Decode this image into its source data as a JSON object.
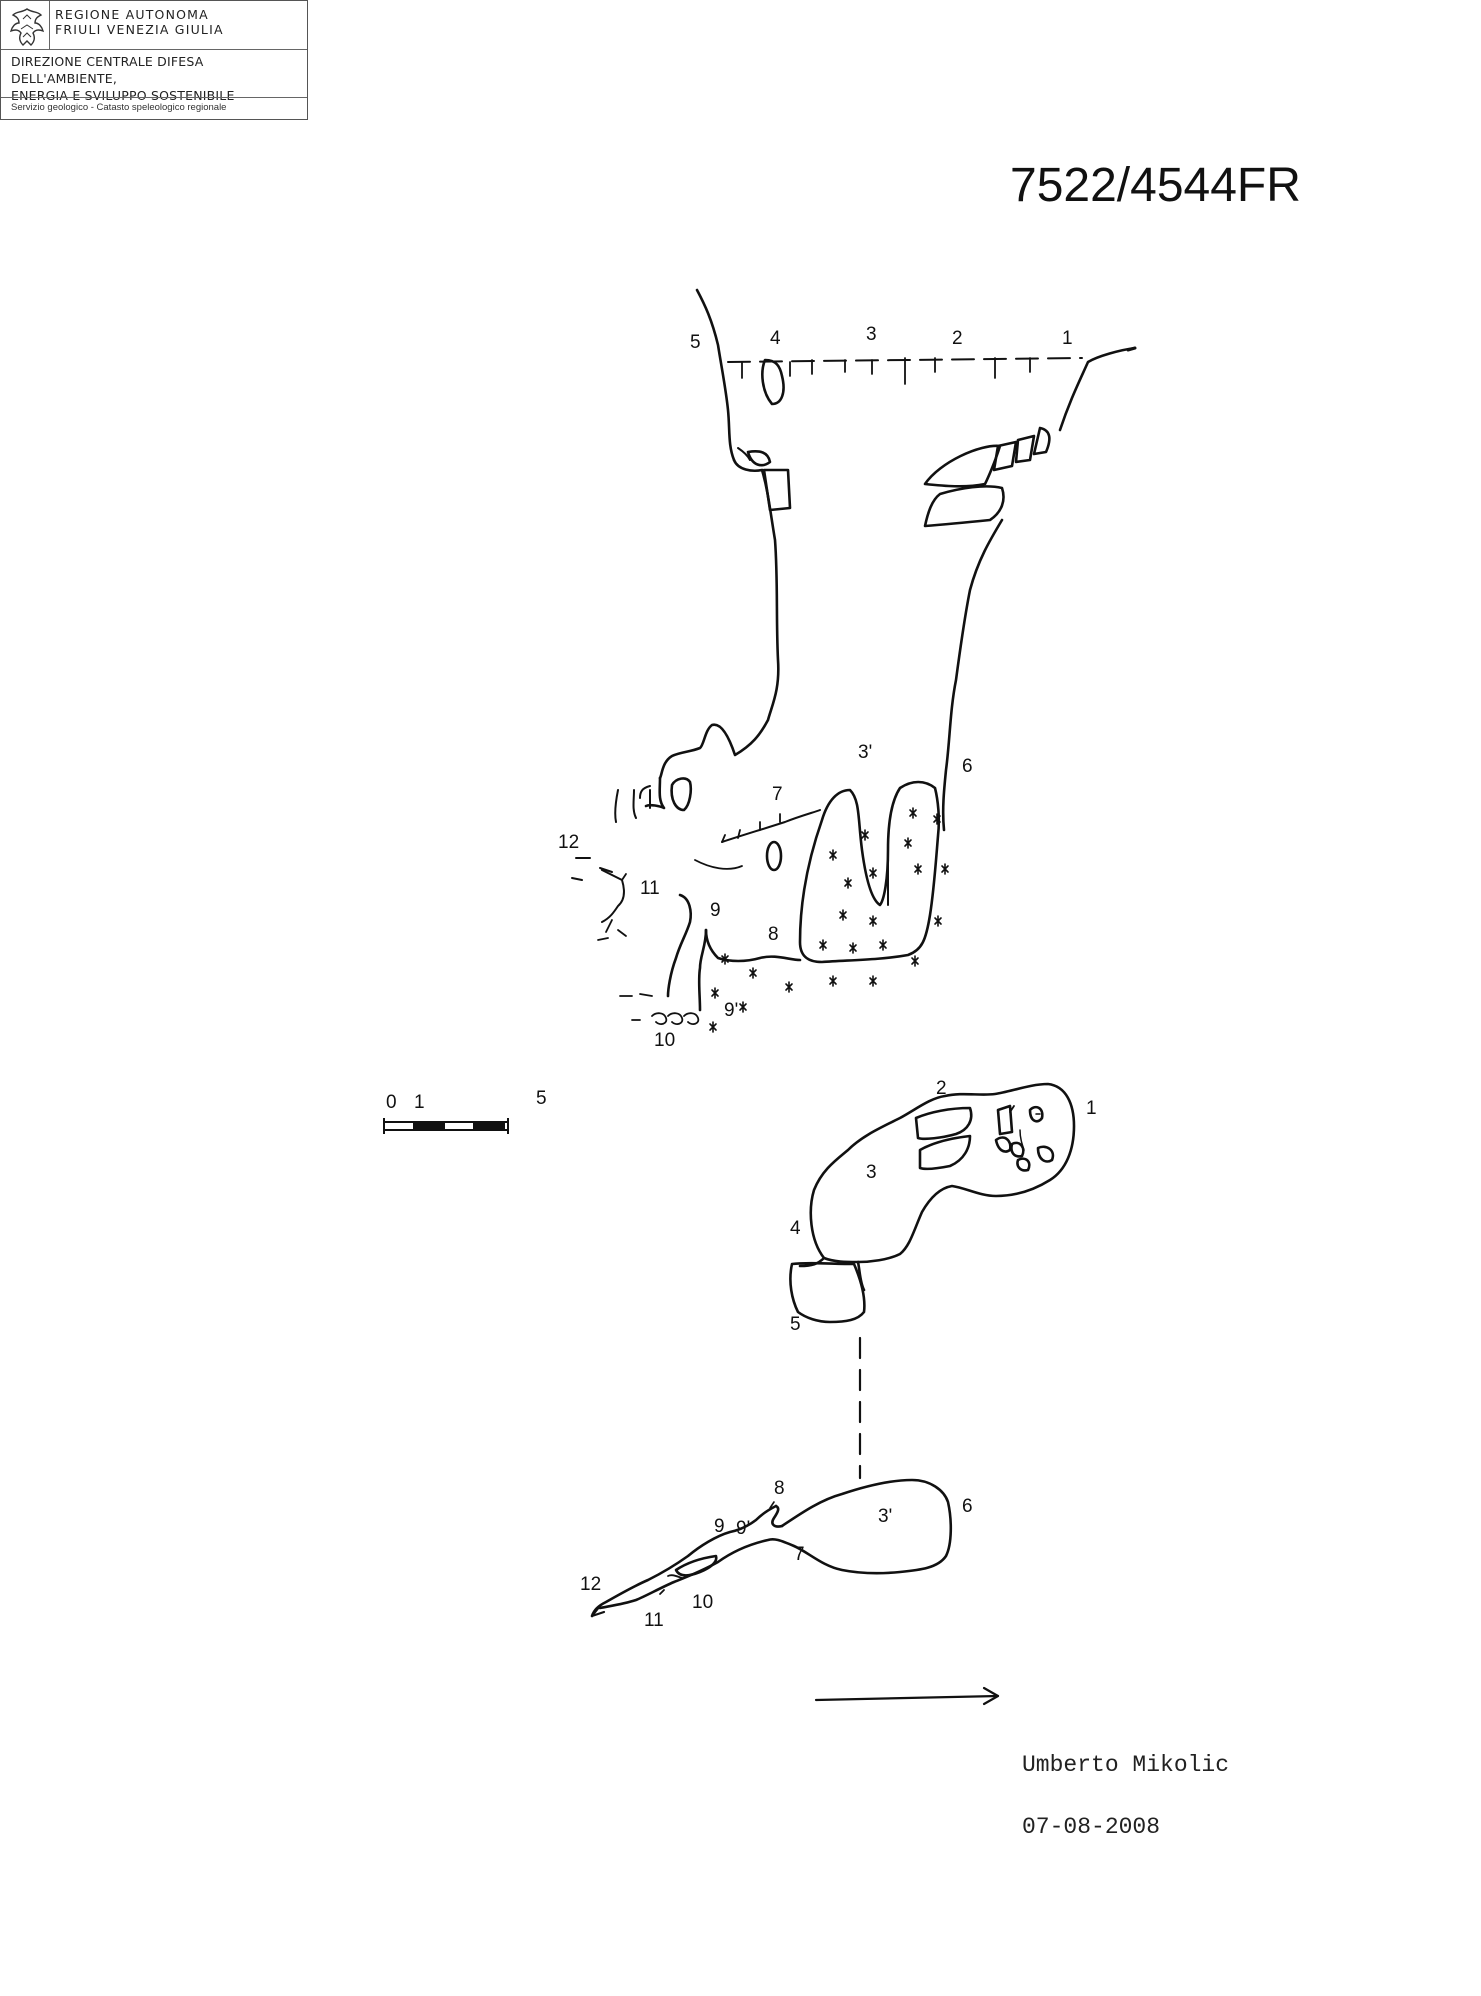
{
  "header": {
    "org_line1": "REGIONE AUTONOMA",
    "org_line2": "FRIULI VENEZIA GIULIA",
    "dept_line1": "DIREZIONE CENTRALE DIFESA DELL'AMBIENTE,",
    "dept_line2": "ENERGIA E SVILUPPO SOSTENIBILE",
    "service": "Servizio geologico - Catasto speleologico regionale",
    "logo_icon": "eagle-logo-icon"
  },
  "cave_code": "7522/4544FR",
  "section_labels": {
    "s5": "5",
    "s4": "4",
    "s3": "3",
    "s2": "2",
    "s1": "1",
    "s3p": "3'",
    "s6": "6",
    "s7": "7",
    "s12": "12",
    "s11": "11",
    "s9": "9",
    "s8": "8",
    "s9p": "9'",
    "s10": "10"
  },
  "scale": {
    "l0": "0",
    "l1": "1",
    "l5": "5"
  },
  "plan_labels": {
    "p2": "2",
    "p1": "1",
    "p3": "3",
    "p4": "4",
    "p5": "5",
    "p8": "8",
    "p9": "9",
    "p9p": "9'",
    "p3p": "3'",
    "p6": "6",
    "p7": "7",
    "p12": "12",
    "p10": "10",
    "p11": "11"
  },
  "author": "Umberto Mikolic",
  "date": "07-08-2008"
}
